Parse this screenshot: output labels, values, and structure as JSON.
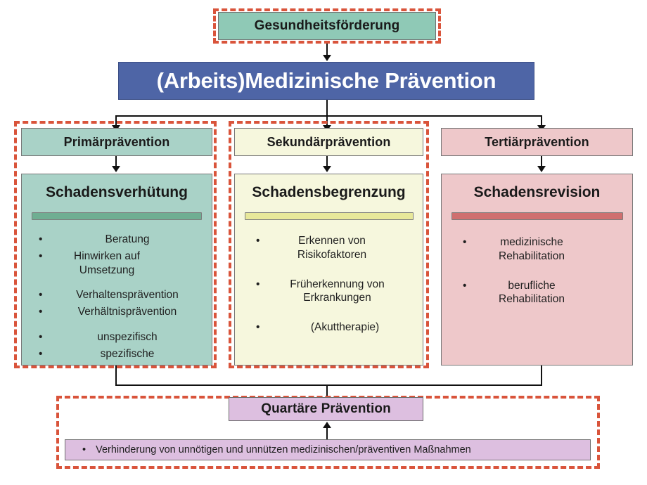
{
  "diagram": {
    "title_top": "Gesundheitsförderung",
    "main_banner": "(Arbeits)Medizinische Prävention",
    "columns": [
      {
        "header": "Primärprävention",
        "body_title": "Schadensverhütung",
        "bullets": [
          "Beratung",
          "Hinwirken auf Umsetzung",
          "Verhaltensprävention",
          "Verhältnisprävention",
          "unspezifisch",
          "spezifische"
        ],
        "accent": "#6fae92",
        "fill": "#a9d2c7"
      },
      {
        "header": "Sekundärprävention",
        "body_title": "Schadensbegrenzung",
        "bullets": [
          "Erkennen von Risikofaktoren",
          "Früherkennung von Erkrankungen",
          "(Akuttherapie)"
        ],
        "accent": "#e8e89a",
        "fill": "#f6f7dd"
      },
      {
        "header": "Tertiärprävention",
        "body_title": "Schadensrevision",
        "bullets": [
          "medizinische Rehabilitation",
          "berufliche Rehabilitation"
        ],
        "accent": "#cf6f6f",
        "fill": "#eec8ca"
      }
    ],
    "quaternary": {
      "title": "Quartäre Prävention",
      "note": "Verhinderung von unnötigen und unnützen medizinischen/präventiven Maßnahmen",
      "fill": "#ddbfe0"
    },
    "colors": {
      "banner": "#4e65a6",
      "dashed_frame": "#d9543b",
      "connector": "#111111",
      "promotion_fill": "#8fc9b6"
    }
  }
}
